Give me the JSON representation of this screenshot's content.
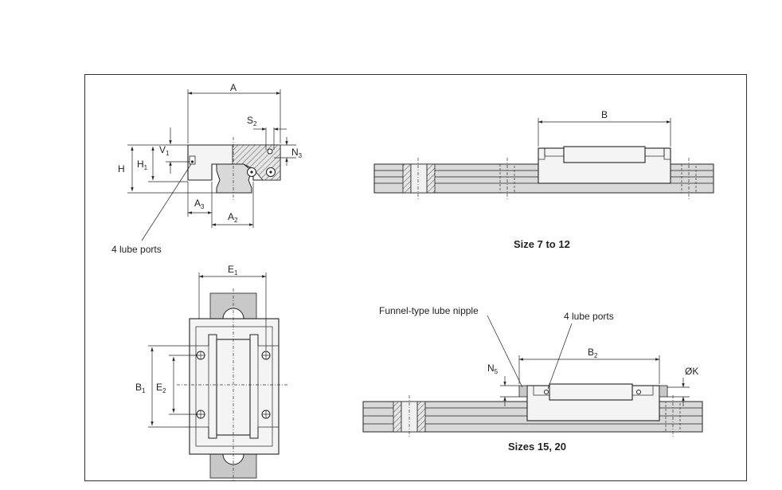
{
  "labels": {
    "A": "A",
    "S": "S",
    "S_sub": "2",
    "N3": "N",
    "N3_sub": "3",
    "H": "H",
    "H1": "H",
    "H1_sub": "1",
    "V1": "V",
    "V1_sub": "1",
    "A3": "A",
    "A3_sub": "3",
    "A2": "A",
    "A2_sub": "2",
    "lube_ports_left": "4 lube ports",
    "E1": "E",
    "E1_sub": "1",
    "B1": "B",
    "B1_sub": "1",
    "E2": "E",
    "E2_sub": "2",
    "B": "B",
    "size_7_12": "Size 7 to 12",
    "funnel": "Funnel-type lube nipple",
    "lube_ports_right": "4 lube ports",
    "B2": "B",
    "B2_sub": "2",
    "N5": "N",
    "N5_sub": "5",
    "K": "ØK",
    "sizes_15_20": "Sizes 15, 20"
  }
}
